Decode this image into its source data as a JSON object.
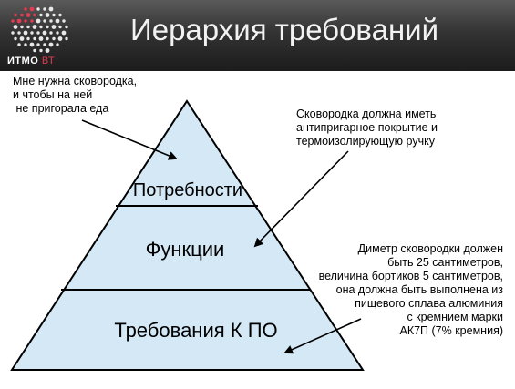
{
  "title": "Иерархия требований",
  "logo": {
    "name": "ИТМО",
    "suffix": "ВТ"
  },
  "levels": [
    {
      "label": "Потребности"
    },
    {
      "label": "Функции"
    },
    {
      "label": "Требования К ПО"
    }
  ],
  "notes": {
    "need": "Мне нужна сковородка,\nи чтобы на ней\n не пригорала еда",
    "function": "Сковородка должна иметь\nантипригарное покрытие и\nтермоизолирующую ручку",
    "requirement": "Диметр сковородки должен\nбыть 25 сантиметров,\nвеличина бортиков 5 сантиметров,\nона должна быть выполнена из\nпищевого сплава алюминия\nс кремнием марки\nАК7П (7% кремния)"
  },
  "colors": {
    "header_bg": "#333333",
    "title_text": "#f2f2f2",
    "pyramid_fill": "#d4e8f6",
    "logo_accent": "#e53b50"
  }
}
